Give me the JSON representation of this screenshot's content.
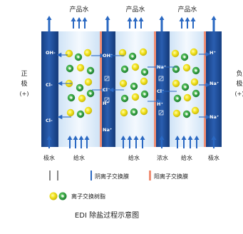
{
  "labels": {
    "product_water": "产品水",
    "positive_electrode": [
      "正",
      "极",
      "(+)"
    ],
    "negative_electrode": [
      "负",
      "极",
      "(+)"
    ],
    "bottom": [
      "极水",
      "给水",
      "给水",
      "浓水",
      "给水",
      "极水"
    ],
    "caption": "EDI 除盐过程示意图"
  },
  "ions": {
    "oh_minus": "OH⁻",
    "cl_minus": "Cl⁻",
    "cl": "Cl-",
    "oh": "OH-",
    "h_plus": "H⁺",
    "na_plus": "Na⁺"
  },
  "legend": {
    "anion_membrane": "阴离子交换膜",
    "cation_membrane": "阳离子交换膜",
    "resin": "离子交换树脂"
  },
  "colors": {
    "deep_blue": "#1b4f9c",
    "light_blue": "#dcecf8",
    "cation_red": "#f08e74",
    "resin_yellow": "#f2e21a",
    "resin_green": "#3ca84c",
    "arrow_blue": "#2a68c2"
  }
}
